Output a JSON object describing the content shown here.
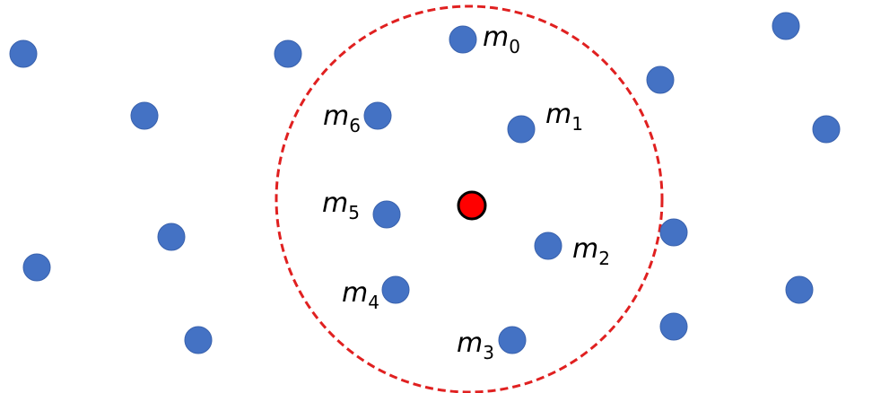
{
  "colors": {
    "point": "#4472c4",
    "center": "#ff0000",
    "circle": "#e02020"
  },
  "labels": [
    {
      "letter": "m",
      "sub": "0"
    },
    {
      "letter": "m",
      "sub": "1"
    },
    {
      "letter": "m",
      "sub": "2"
    },
    {
      "letter": "m",
      "sub": "3"
    },
    {
      "letter": "m",
      "sub": "4"
    },
    {
      "letter": "m",
      "sub": "5"
    },
    {
      "letter": "m",
      "sub": "6"
    }
  ]
}
